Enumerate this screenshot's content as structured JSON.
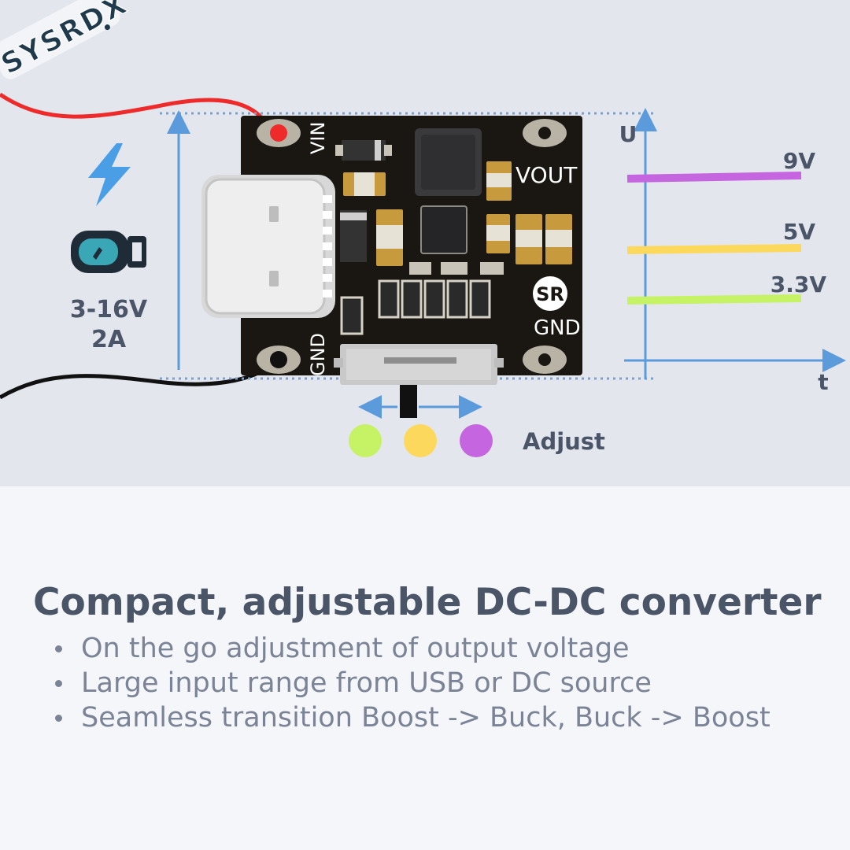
{
  "brand": {
    "logo_text": "SYSRDX"
  },
  "board": {
    "vin_label": "VIN",
    "vout_label": "VOUT",
    "gnd_left_label": "GND",
    "gnd_right_label": "GND",
    "board_logo": "SR"
  },
  "input": {
    "voltage": "3-16V",
    "current": "2A",
    "icons": [
      "lightning-bolt-icon",
      "dc-plug-icon"
    ]
  },
  "graph": {
    "y_axis_label": "U",
    "x_axis_label": "t",
    "levels": [
      {
        "label": "9V",
        "color": "#c565e0"
      },
      {
        "label": "5V",
        "color": "#fcd95c"
      },
      {
        "label": "3.3V",
        "color": "#c6f266"
      }
    ]
  },
  "switch": {
    "label": "Adjust",
    "positions": [
      {
        "color": "#c6f266"
      },
      {
        "color": "#fcd95c"
      },
      {
        "color": "#c565e0"
      }
    ]
  },
  "main": {
    "title": "Compact, adjustable DC-DC converter",
    "features": [
      "On the go adjustment of output voltage",
      "Large input range from USB or DC source",
      "Seamless transition Boost -> Buck, Buck -> Boost"
    ]
  }
}
